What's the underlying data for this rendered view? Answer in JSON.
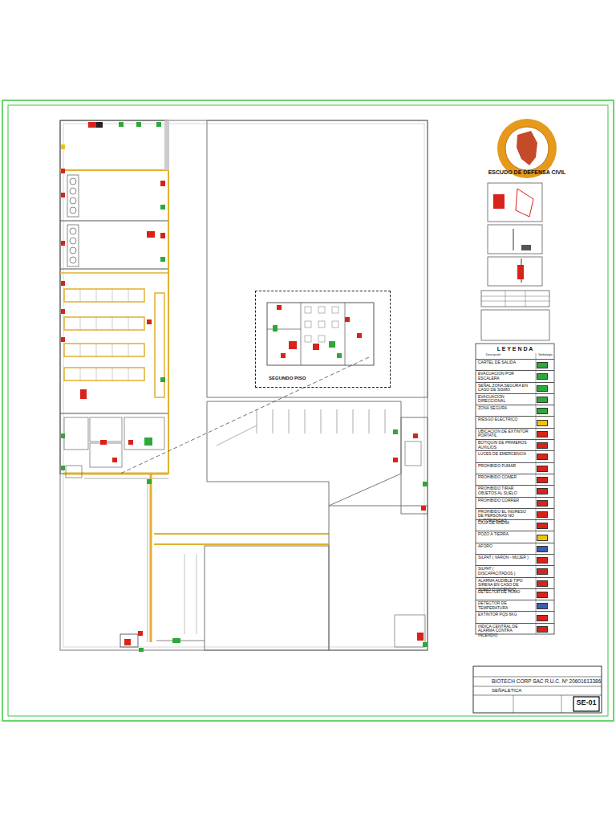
{
  "diagram": {
    "nodes": [
      {
        "text": [
          "SEGUNDO PISO"
        ]
      }
    ],
    "labels": [
      "ESCUDO DE DEFENSA CIVIL",
      "L E Y E N D A",
      "Descripción",
      "Simbología",
      "BIOTECH CORP SAC   R.U.C. Nº 20601613386",
      "SEÑALETICA",
      "SE-01"
    ],
    "legend": [
      {
        "text": "CARTEL DE SALIDA",
        "color": "#2ea83a"
      },
      {
        "text": "EVACUACION POR ESCALERA",
        "color": "#2ea83a"
      },
      {
        "text": "SEÑAL ZONA SEGURA EN CASO DE SISMO",
        "color": "#2ea83a"
      },
      {
        "text": "EVACUACION DIRECCIONAL",
        "color": "#2ea83a"
      },
      {
        "text": "ZONA SEGURA",
        "color": "#2ea83a"
      },
      {
        "text": "RIESGO ELECTRICO",
        "color": "#f2c200"
      },
      {
        "text": "UBICACION DE EXTINTOR PORTATIL",
        "color": "#d8231b"
      },
      {
        "text": "BOTIQUIN DE PRIMEROS AUXILIOS",
        "color": "#d8231b"
      },
      {
        "text": "LUCES DE EMERGENCIA",
        "color": "#d8231b"
      },
      {
        "text": "PROHIBIDO FUMAR",
        "color": "#d8231b"
      },
      {
        "text": "PROHIBIDO COMER",
        "color": "#d8231b"
      },
      {
        "text": "PROHIBIDO TIRAR OBJETOS AL SUELO",
        "color": "#d8231b"
      },
      {
        "text": "PROHIBIDO CORRER",
        "color": "#d8231b"
      },
      {
        "text": "PROHIBIDO EL INGRESO DE PERSONAS NO AUTORIZADAS",
        "color": "#d8231b"
      },
      {
        "text": "CAJA DE ARENA",
        "color": "#d8231b"
      },
      {
        "text": "POZO A TIERRA",
        "color": "#f2c200"
      },
      {
        "text": "AFORO",
        "color": "#3a5fb0"
      },
      {
        "text": "SILPAT ( VARON - MUJER )",
        "color": "#d8231b"
      },
      {
        "text": "SILPAT ( DISCAPACITADOS )",
        "color": "#d8231b"
      },
      {
        "text": "ALARMA AUDIBLE TIPO SIRENA EN CASO DE SISMO O INCENDIO",
        "color": "#d8231b"
      },
      {
        "text": "DETECTOR DE HUMO",
        "color": "#d8231b"
      },
      {
        "text": "DETECTOR DE TEMPERATURA",
        "color": "#3a5fb0"
      },
      {
        "text": "EXTINTOR PQS 6KG",
        "color": "#d8231b"
      },
      {
        "text": "INDICA CENTRAL DE ALARMA CONTRA INCENDIO",
        "color": "#d8231b"
      }
    ]
  }
}
